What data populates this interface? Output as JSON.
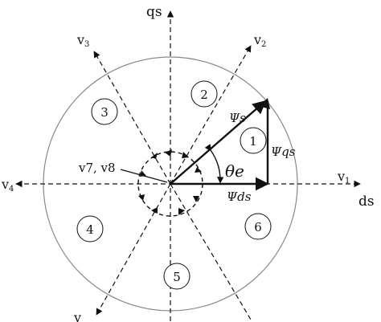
{
  "axes": {
    "qs": "qs",
    "ds": "ds"
  },
  "vectors": {
    "v1": "v",
    "v1_sub": "1",
    "v2": "v",
    "v2_sub": "2",
    "v3": "v",
    "v3_sub": "3",
    "v4": "v",
    "v4_sub": "4",
    "v5": "v",
    "v78": "v7, v8"
  },
  "sectors": [
    "1",
    "2",
    "3",
    "4",
    "5",
    "6"
  ],
  "flux": {
    "psi_s": "Ψs",
    "psi_qs": "Ψqs",
    "psi_ds": "Ψds",
    "theta_e": "θe"
  }
}
